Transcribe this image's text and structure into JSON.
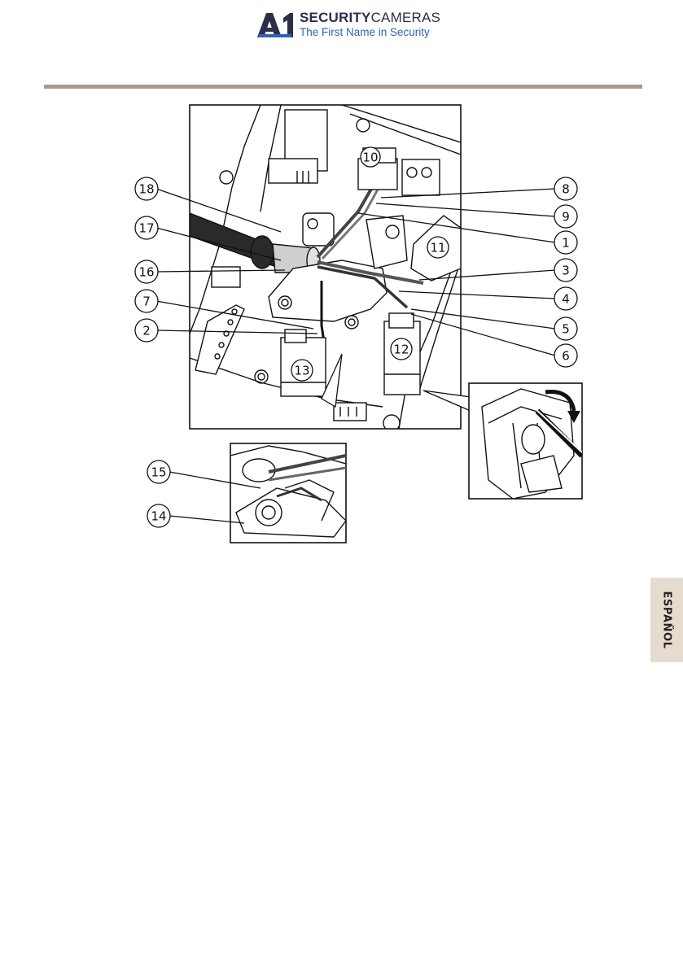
{
  "header": {
    "brand_bold": "SECURITY",
    "brand_regular": "CAMERAS",
    "tagline": "The First Name in Security",
    "logo_mark": "A1",
    "colors": {
      "brand_dark": "#2b2f4a",
      "brand_blue": "#2f63b3",
      "rule": "#a99a8f",
      "tab": "#e5dccf"
    }
  },
  "figure": {
    "callouts_left": [
      "18",
      "17",
      "16",
      "7",
      "2"
    ],
    "callouts_right": [
      "8",
      "9",
      "1",
      "3",
      "4",
      "5",
      "6"
    ],
    "callouts_inset": [
      "15",
      "14"
    ],
    "callouts_onpart": [
      "10",
      "11",
      "12",
      "13"
    ]
  },
  "side_tab": {
    "language": "ESPAÑOL"
  }
}
